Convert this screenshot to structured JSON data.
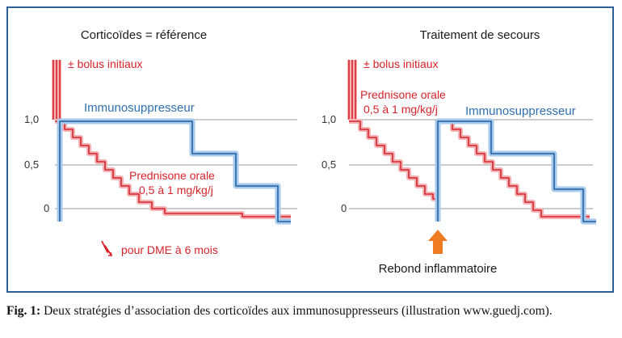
{
  "left_panel": {
    "title": "Corticoïdes = référence",
    "y_ticks": [
      "1,0",
      "0,5",
      "0"
    ],
    "bolus_label": "± bolus initiaux",
    "immuno_label": "Immunosuppresseur",
    "prednisone_line1": "Prednisone orale",
    "prednisone_line2": "0,5 à 1 mg/kg/j",
    "dme_note": "pour DME à 6 mois"
  },
  "right_panel": {
    "title": "Traitement de secours",
    "y_ticks": [
      "1,0",
      "0,5",
      "0"
    ],
    "bolus_label": "± bolus initiaux",
    "prednisone_line1": "Prednisone orale",
    "prednisone_line2": "0,5 à 1 mg/kg/j",
    "immuno_label": "Immunosuppresseur",
    "rebound_label": "Rebond inflammatoire"
  },
  "caption": {
    "fig_label": "Fig. 1:",
    "text": " Deux stratégies d’association des corticoïdes aux immunosuppresseurs (illustration www.guedj.com)."
  },
  "colors": {
    "frame": "#2d5f93",
    "prednisone": "#d8232a",
    "immuno": "#2f6fb0",
    "arrow": "#ee7a22",
    "gridline": "#9a9a9a"
  }
}
